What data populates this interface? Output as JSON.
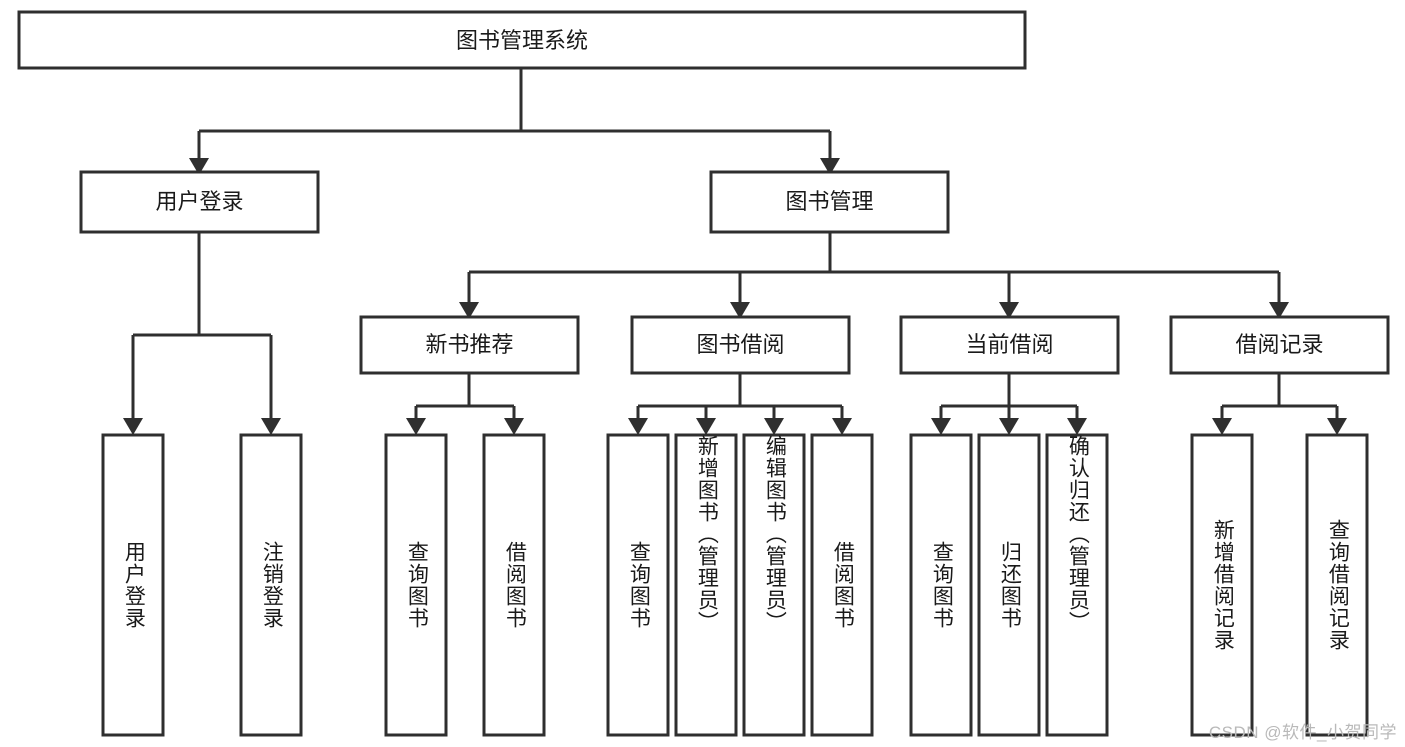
{
  "diagram": {
    "title_node": {
      "label": "图书管理系统"
    },
    "level2": [
      {
        "id": "user-login",
        "label": "用户登录"
      },
      {
        "id": "book-management",
        "label": "图书管理"
      }
    ],
    "level3": [
      {
        "id": "new-book-recommend",
        "label": "新书推荐"
      },
      {
        "id": "book-borrow",
        "label": "图书借阅"
      },
      {
        "id": "current-borrow",
        "label": "当前借阅"
      },
      {
        "id": "borrow-record",
        "label": "借阅记录"
      }
    ],
    "leaves": {
      "user_login": [
        {
          "id": "leaf-user-login",
          "label": "用户登录"
        },
        {
          "id": "leaf-logout-login",
          "label": "注销登录"
        }
      ],
      "new_book_recommend": [
        {
          "id": "leaf-query-book-1",
          "label": "查询图书"
        },
        {
          "id": "leaf-borrow-book-1",
          "label": "借阅图书"
        }
      ],
      "book_borrow": [
        {
          "id": "leaf-query-book-2",
          "label": "查询图书"
        },
        {
          "id": "leaf-add-book-admin",
          "label": "新增图书（管理员）"
        },
        {
          "id": "leaf-edit-book-admin",
          "label": "编辑图书（管理员）"
        },
        {
          "id": "leaf-borrow-book-2",
          "label": "借阅图书"
        }
      ],
      "current_borrow": [
        {
          "id": "leaf-query-book-3",
          "label": "查询图书"
        },
        {
          "id": "leaf-return-book",
          "label": "归还图书"
        },
        {
          "id": "leaf-confirm-return-admin",
          "label": "确认归还（管理员）"
        }
      ],
      "borrow_record": [
        {
          "id": "leaf-add-borrow-record",
          "label": "新增借阅记录"
        },
        {
          "id": "leaf-query-borrow-record",
          "label": "查询借阅记录"
        }
      ]
    }
  },
  "watermark": {
    "text": "CSDN @软件_小贺同学"
  },
  "colors": {
    "stroke": "#2f2f2f",
    "fill": "#ffffff",
    "text": "#1a1a1a",
    "watermark": "#b9b9b9"
  }
}
